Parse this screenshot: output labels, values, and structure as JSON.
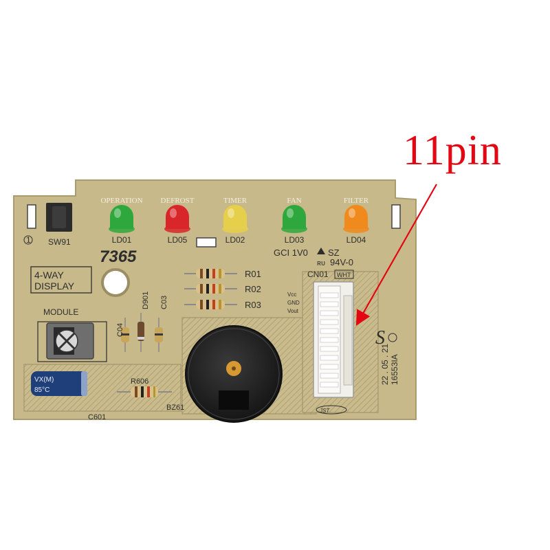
{
  "callout": {
    "text": "11pin",
    "color": "#e30613"
  },
  "board": {
    "color": "#c7b98a",
    "led_top_labels": [
      "OPERATION",
      "DEFROST",
      "TIMER",
      "FAN",
      "FILTER"
    ],
    "led_ids": [
      "LD01",
      "LD05",
      "LD02",
      "LD03",
      "LD04"
    ],
    "led_colors": [
      "#2ea83c",
      "#d8262a",
      "#e6cf4a",
      "#2ea83c",
      "#f08a1c"
    ],
    "switch_label": "SW91",
    "part_number": "7365",
    "display_label_line1": "4-WAY",
    "display_label_line2": "DISPLAY",
    "module_label": "MODULE",
    "diode_label": "D901",
    "cap_labels": [
      "C03",
      "C04"
    ],
    "resistor_labels": [
      "R01",
      "R02",
      "R03"
    ],
    "resistor_r606": "R606",
    "capacitor_c601": "C601",
    "buzzer_label": "BZ61",
    "cert_text": "GCI 1V0",
    "sz_text": "SZ",
    "rating_text": "94V-0",
    "connector_label": "CN01",
    "connector_tag": "WHT",
    "pin_labels": [
      "Vcc",
      "GND",
      "Vout"
    ],
    "date_code": "22 . 05 . 21",
    "board_id": "16553IA",
    "circle_mark": "1",
    "cap_text_1": "VX(M)",
    "cap_text_2": "85°C",
    "connector_brand": "JST"
  }
}
